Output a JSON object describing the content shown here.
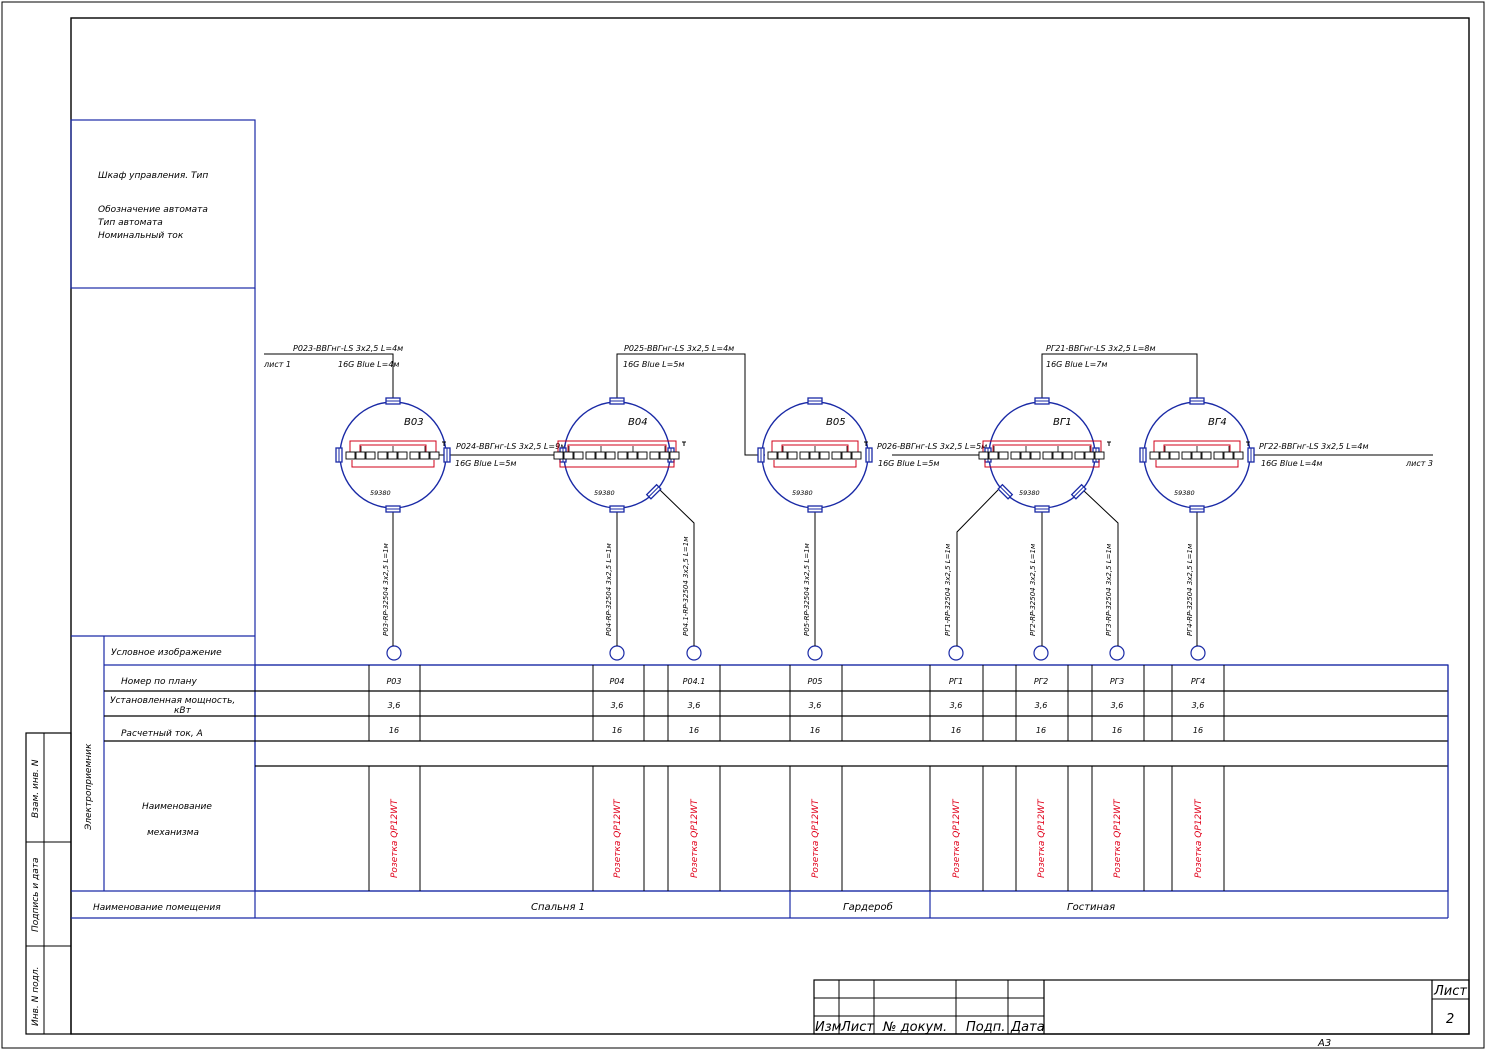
{
  "header_block": {
    "line1": "Шкаф управления. Тип",
    "line2": "Обозначение автомата",
    "line3": "Тип автомата",
    "line4": "Номинальный ток"
  },
  "sheet_links": {
    "left": "лист 1",
    "right": "лист 3"
  },
  "feed_cables": {
    "b03_in": "Р023-ВВГнг-LS 3х2,5 L=4м",
    "b03_in_sub": "16G Blue L=4м",
    "b03_out": "Р024-ВВГнг-LS 3х2,5 L=9м",
    "b03_out_sub": "16G Blue L=5м",
    "b04_in": "Р025-ВВГнг-LS 3х2,5 L=4м",
    "b04_in_sub": "16G Blue L=5м",
    "b05_out": "Р026-ВВГнг-LS 3х2,5 L=5м",
    "b05_out_sub": "16G Blue L=5м",
    "g1_in": "РГ21-ВВГнг-LS 3х2,5 L=8м",
    "g1_in_sub": "16G Blue L=7м",
    "g4_out": "РГ22-ВВГнг-LS 3х2,5 L=4м",
    "g4_out_sub": "16G Blue L=4м"
  },
  "boxes": [
    {
      "label": "В03",
      "code": "59380"
    },
    {
      "label": "В04",
      "code": "59380"
    },
    {
      "label": "В05",
      "code": "59380"
    },
    {
      "label": "ВГ1",
      "code": "59380"
    },
    {
      "label": "ВГ4",
      "code": "59380"
    }
  ],
  "drop_cables": [
    "Р03-RP-32504 3х2,5 L=1м",
    "Р04-RP-32504 3х2,5 L=1м",
    "Р04.1-RP-32504 3х2,5 L=1м",
    "Р05-RP-32504 3х2,5 L=1м",
    "РГ1-RP-32504 3х2,5 L=1м",
    "РГ2-RP-32504 3х2,5 L=1м",
    "РГ3-RP-32504 3х2,5 L=1м",
    "РГ4-RP-32504 3х2,5 L=1м"
  ],
  "table": {
    "side_label": "Электроприемник",
    "row_symbol": "Условное изображение",
    "row_plan": "Номер по плану",
    "row_power": "Установленная мощность, кВт",
    "row_power_a": "Установленная мощность,",
    "row_power_b": "кВт",
    "row_current": "Расчетный ток, А",
    "row_name_a": "Наименование",
    "row_name_b": "механизма",
    "row_room": "Наименование помещения",
    "consumers": [
      {
        "plan": "Р03",
        "power": "3,6",
        "current": "16",
        "name": "Розетка QP12WT"
      },
      {
        "plan": "Р04",
        "power": "3,6",
        "current": "16",
        "name": "Розетка QP12WT"
      },
      {
        "plan": "Р04.1",
        "power": "3,6",
        "current": "16",
        "name": "Розетка QP12WT"
      },
      {
        "plan": "Р05",
        "power": "3,6",
        "current": "16",
        "name": "Розетка QP12WT"
      },
      {
        "plan": "РГ1",
        "power": "3,6",
        "current": "16",
        "name": "Розетка QP12WT"
      },
      {
        "plan": "РГ2",
        "power": "3,6",
        "current": "16",
        "name": "Розетка QP12WT"
      },
      {
        "plan": "РГ3",
        "power": "3,6",
        "current": "16",
        "name": "Розетка QP12WT"
      },
      {
        "plan": "РГ4",
        "power": "3,6",
        "current": "16",
        "name": "Розетка QP12WT"
      }
    ],
    "rooms": [
      "Спальня 1",
      "Гардероб",
      "Гостиная"
    ]
  },
  "left_margin": {
    "vzam": "Взам. инв. N",
    "podpis": "Подпись и дата",
    "inv": "Инв. N подл."
  },
  "title_block": {
    "izm": "Изм",
    "list": "Лист",
    "doc": "№ докум.",
    "podp": "Подп.",
    "data": "Дата",
    "sheet_label": "Лист",
    "sheet_no": "2",
    "format": "А3"
  },
  "colors": {
    "box": "#1a2aa6",
    "terminal": "#d0001a",
    "socket_text": "#e0001a"
  }
}
